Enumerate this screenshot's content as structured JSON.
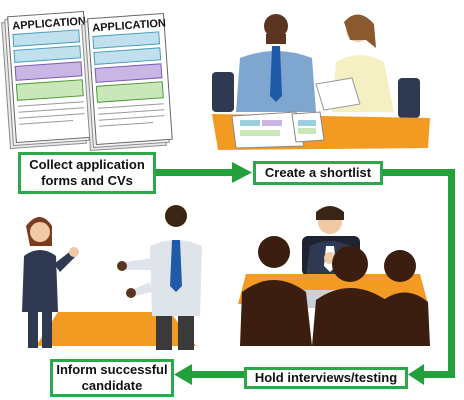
{
  "application_form_title": "APPLICATION",
  "steps": {
    "collect": {
      "line1": "Collect application",
      "line2": "forms and CVs"
    },
    "shortlist": {
      "label": "Create a shortlist"
    },
    "interview": {
      "label": "Hold interviews/testing"
    },
    "inform": {
      "line1": "Inform successful",
      "line2": "candidate"
    }
  },
  "colors": {
    "arrow": "#22a03c",
    "box_border": "#2aa84a",
    "table_top": "#f39a23",
    "silhouette": "#3c1e10",
    "suit_navy": "#2b3550",
    "shirt_blue": "#7fa6cf"
  },
  "icons": [
    "application-form-icon",
    "meeting-illustration",
    "conversation-illustration",
    "interview-panel-illustration"
  ]
}
